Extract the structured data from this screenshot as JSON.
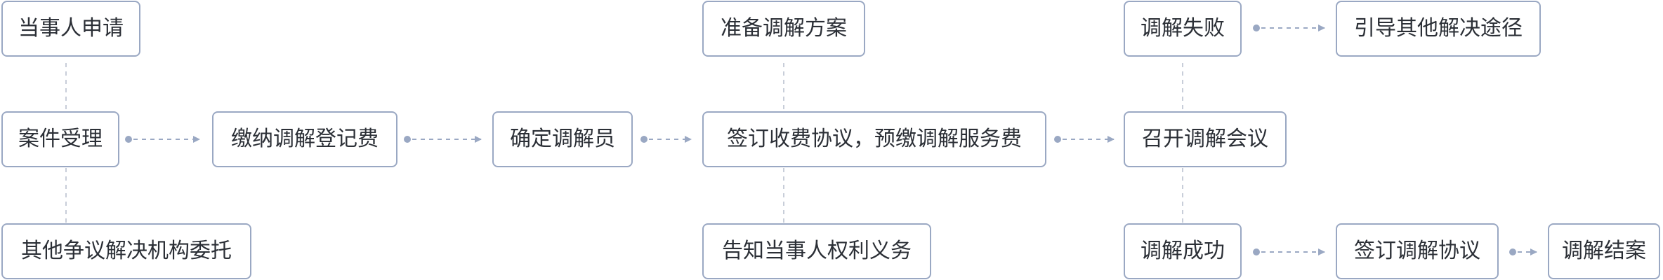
{
  "colors": {
    "node_border": "#9aa8c3",
    "node_fill": "#ffffff",
    "text": "#2b2f36",
    "connector": "#9aa8c3",
    "vertical_connector": "#c8ced9"
  },
  "nodes": {
    "apply": "当事人申请",
    "accept": "案件受理",
    "entrust": "其他争议解决机构委托",
    "fee": "缴纳调解登记费",
    "mediator": "确定调解员",
    "plan": "准备调解方案",
    "agreement": "签订收费协议，预缴调解服务费",
    "inform": "告知当事人权利义务",
    "fail": "调解失败",
    "other_ways": "引导其他解决途径",
    "meeting": "召开调解会议",
    "success": "调解成功",
    "sign": "签订调解协议",
    "close": "调解结案"
  }
}
